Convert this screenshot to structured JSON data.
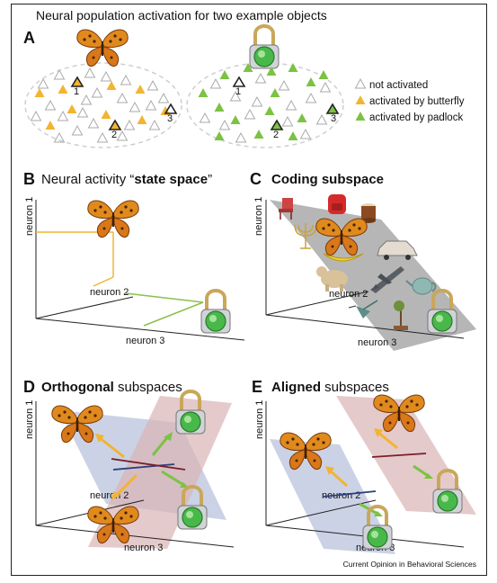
{
  "title": "Neural population activation for two example objects",
  "panels": {
    "A": {
      "letter": "A"
    },
    "B": {
      "letter": "B",
      "title_prefix": "Neural activity “",
      "title_bold": "state space",
      "title_suffix": "”"
    },
    "C": {
      "letter": "C",
      "title": "Coding subspace"
    },
    "D": {
      "letter": "D",
      "title_bold": "Orthogonal",
      "title_rest": " subspaces"
    },
    "E": {
      "letter": "E",
      "title_bold": "Aligned",
      "title_rest": " subspaces"
    }
  },
  "legend": {
    "not_activated": "not activated",
    "butterfly": "activated by butterfly",
    "padlock": "activated by padlock"
  },
  "neuron_labels": {
    "n1": "1",
    "n2": "2",
    "n3": "3"
  },
  "axes": {
    "neuron1": "neuron 1",
    "neuron2": "neuron 2",
    "neuron3": "neuron 3"
  },
  "credit": "Current Opinion in Behavioral Sciences",
  "colors": {
    "butterfly": "#f2b431",
    "padlock": "#7cc243",
    "plane_blue": "#b9c3dc",
    "plane_red": "#d9b3b5",
    "plane_gray": "#a9a9a9"
  },
  "icons": [
    "butterfly-icon",
    "padlock-icon",
    "chair-icon",
    "backpack-icon",
    "drum-icon",
    "menorah-icon",
    "banana-icon",
    "car-icon",
    "bear-icon",
    "airplane-icon",
    "teapot-icon",
    "hummingbird-icon",
    "bonsai-icon"
  ]
}
